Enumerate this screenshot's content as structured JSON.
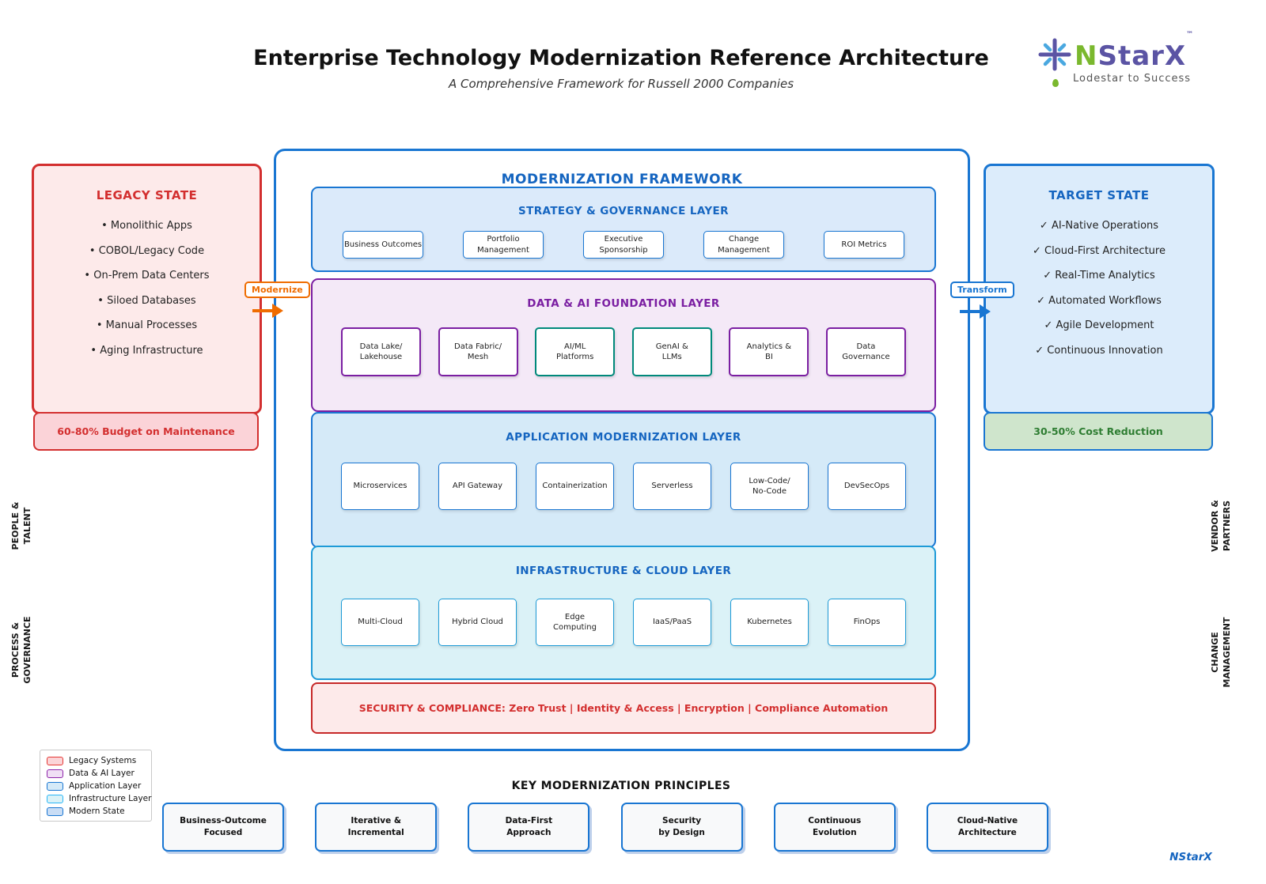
{
  "header": {
    "title": "Enterprise Technology Modernization Reference Architecture",
    "subtitle": "A Comprehensive Framework for Russell 2000 Companies"
  },
  "logo": {
    "star_icon": "eight-point-star",
    "name_n": "N",
    "name_rest": "StarX",
    "tm": "™",
    "tagline": "Lodestar  to  Success"
  },
  "legacy": {
    "title": "LEGACY STATE",
    "items": [
      "• Monolithic Apps",
      "• COBOL/Legacy Code",
      "• On-Prem Data Centers",
      "• Siloed Databases",
      "• Manual Processes",
      "• Aging Infrastructure"
    ],
    "footer": "60-80% Budget on Maintenance"
  },
  "target": {
    "title": "TARGET STATE",
    "items": [
      "✓ AI-Native Operations",
      "✓ Cloud-First Architecture",
      "✓ Real-Time Analytics",
      "✓ Automated Workflows",
      "✓ Agile Development",
      "✓ Continuous Innovation"
    ],
    "footer": "30-50% Cost Reduction"
  },
  "framework": {
    "title": "MODERNIZATION FRAMEWORK",
    "strategy": {
      "title": "STRATEGY & GOVERNANCE LAYER",
      "cards": [
        "Business Outcomes",
        "Portfolio Management",
        "Executive Sponsorship",
        "Change Management",
        "ROI Metrics"
      ]
    },
    "data_ai": {
      "title": "DATA & AI FOUNDATION LAYER",
      "cards": [
        "Data Lake/\nLakehouse",
        "Data Fabric/\nMesh",
        "AI/ML\nPlatforms",
        "GenAI &\nLLMs",
        "Analytics &\nBI",
        "Data\nGovernance"
      ]
    },
    "application": {
      "title": "APPLICATION MODERNIZATION LAYER",
      "cards": [
        "Microservices",
        "API Gateway",
        "Containerization",
        "Serverless",
        "Low-Code/\nNo-Code",
        "DevSecOps"
      ]
    },
    "infrastructure": {
      "title": "INFRASTRUCTURE & CLOUD LAYER",
      "cards": [
        "Multi-Cloud",
        "Hybrid Cloud",
        "Edge\nComputing",
        "IaaS/PaaS",
        "Kubernetes",
        "FinOps"
      ]
    },
    "security": {
      "label": "SECURITY & COMPLIANCE: Zero Trust | Identity & Access | Encryption | Compliance Automation"
    }
  },
  "arrows": {
    "modernize": "Modernize",
    "transform": "Transform"
  },
  "side_labels": {
    "left_top": "PEOPLE &\nTALENT",
    "left_bottom": "PROCESS &\nGOVERNANCE",
    "right_top": "VENDOR &\nPARTNERS",
    "right_bottom": "CHANGE\nMANAGEMENT"
  },
  "legend": {
    "items": [
      "Legacy Systems",
      "Data & AI Layer",
      "Application Layer",
      "Infrastructure Layer",
      "Modern State"
    ]
  },
  "principles": {
    "title": "KEY MODERNIZATION PRINCIPLES",
    "items": [
      "Business-Outcome\nFocused",
      "Iterative &\nIncremental",
      "Data-First\nApproach",
      "Security\nby Design",
      "Continuous\nEvolution",
      "Cloud-Native\nArchitecture"
    ]
  },
  "footer": {
    "brand": "NStarX"
  },
  "colors": {
    "legacy_red": "#d32f2f",
    "framework_blue": "#1976d2",
    "title_blue": "#1565c0",
    "data_purple": "#7b1fa2",
    "ai_teal": "#00897b",
    "infra_cyan": "#1e9bd7",
    "modernize_orange": "#ef6c00",
    "cost_green": "#2e7d32",
    "logo_green": "#7ab82e",
    "logo_purple": "#5b54a4"
  }
}
